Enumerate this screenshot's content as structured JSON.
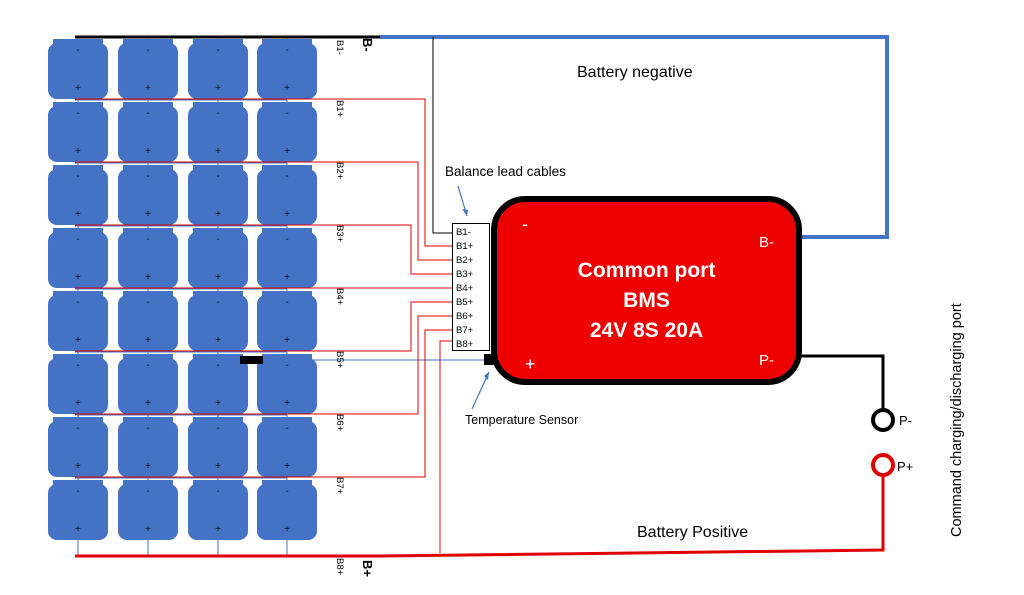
{
  "labels": {
    "battery_negative": "Battery negative",
    "battery_positive": "Battery Positive",
    "balance_lead_cables": "Balance lead cables",
    "temperature_sensor": "Temperature Sensor",
    "side_port": "Command charging/discharging port",
    "p_minus": "P-",
    "p_plus": "P+"
  },
  "bms": {
    "line1": "Common port",
    "line2": "BMS",
    "line3": "24V 8S 20A",
    "b_minus": "B-",
    "p_minus": "P-",
    "minus": "-",
    "plus": "+"
  },
  "connector_pins": [
    "B1-",
    "B1+",
    "B2+",
    "B3+",
    "B4+",
    "B5+",
    "B6+",
    "B7+",
    "B8+"
  ],
  "row_taps": [
    "B1-",
    "B1+",
    "B2+",
    "B3+",
    "B4+",
    "B5+",
    "B6+",
    "B7+",
    "B8+"
  ],
  "main_terminals": {
    "b_minus": "B-",
    "b_plus": "B+"
  },
  "cell_marks": {
    "minus": "-",
    "plus": "+"
  },
  "colors": {
    "cell": "#4472c4",
    "bms": "#ee0000",
    "positive": "#e00000",
    "negative_wire": "#4472c4",
    "balance": "#e00000"
  }
}
